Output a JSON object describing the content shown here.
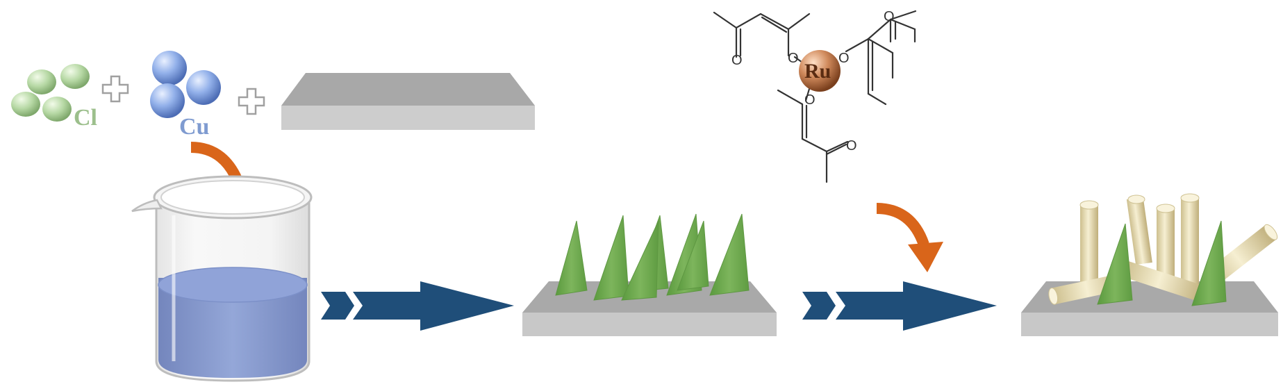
{
  "labels": {
    "chlorine": "Cl",
    "copper": "Cu",
    "ruthenium": "Ru",
    "oxygen": "O"
  },
  "colors": {
    "chlorine_sphere": "#a9cf97",
    "copper_sphere": "#8faee6",
    "substrate_top": "#a9a9a9",
    "substrate_front": "#c8c8c8",
    "solution": "#8497c8",
    "arrow_blue": "#1f4e79",
    "arrow_orange": "#d9651a",
    "green_cone": "#6fa64e",
    "nanorod": "#efe7c4",
    "ruthenium_sphere": "#c07a4e"
  },
  "icons": {
    "plus_1": "plus-icon",
    "plus_2": "plus-icon"
  }
}
